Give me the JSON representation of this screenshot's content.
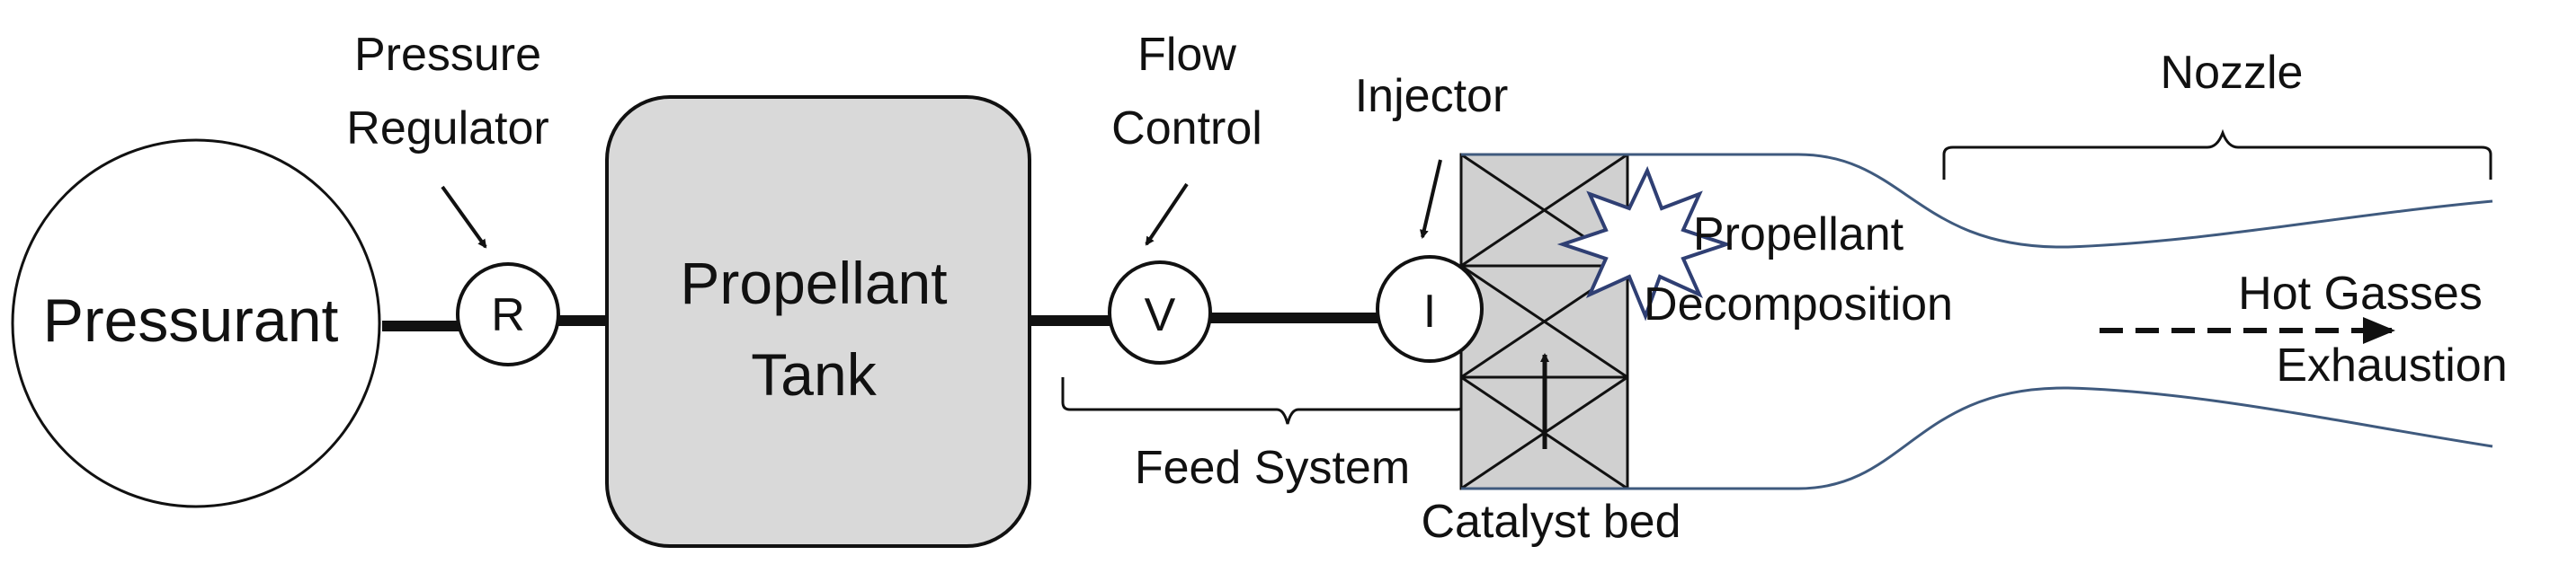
{
  "diagram": {
    "components": {
      "pressurant": "Pressurant",
      "regulator_symbol": "R",
      "tank_line1": "Propellant",
      "tank_line2": "Tank",
      "valve_symbol": "V",
      "injector_symbol": "I"
    },
    "callouts": {
      "pressure_regulator_line1": "Pressure",
      "pressure_regulator_line2": "Regulator",
      "flow_control_line1": "Flow",
      "flow_control_line2": "Control",
      "injector": "Injector",
      "feed_system": "Feed System",
      "catalyst_bed": "Catalyst bed",
      "nozzle": "Nozzle",
      "decomposition_line1": "Propellant",
      "decomposition_line2": "Decomposition",
      "exhaust_line1": "Hot Gasses",
      "exhaust_line2": "Exhaustion"
    },
    "colors": {
      "stroke": "#111111",
      "tank_fill": "#d9d9d9",
      "catalyst_fill": "#d0d0d0",
      "nozzle_stroke": "#3f5a7e",
      "burst_stroke": "#2f3f73"
    }
  }
}
